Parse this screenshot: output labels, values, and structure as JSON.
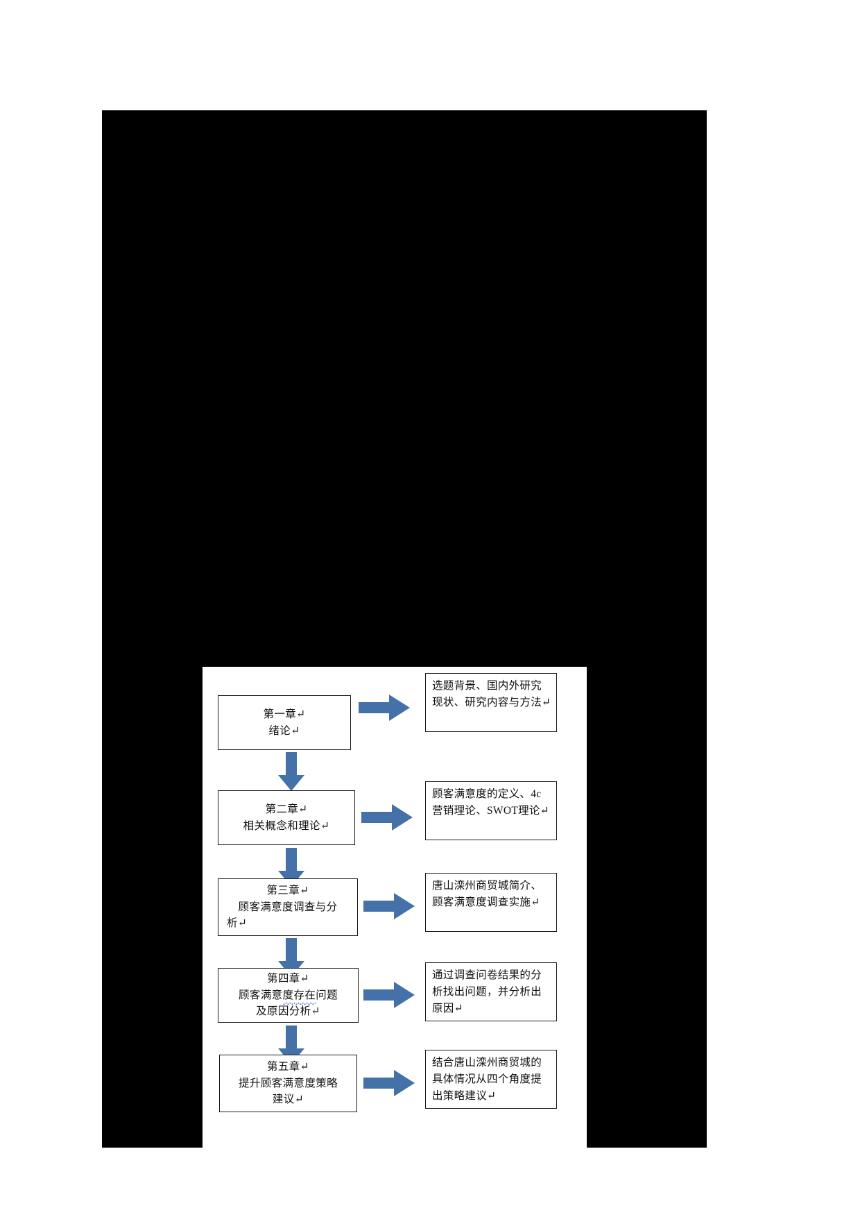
{
  "document": {
    "page_background": "#ffffff",
    "redacted_block_color": "#000000",
    "arrow_color": "#4472a8",
    "box_border_color": "#1a1a1a",
    "text_color": "#101010",
    "spellcheck_underline_color": "#3a6fd8"
  },
  "diagram": {
    "type": "flowchart",
    "title": "",
    "rows": [
      {
        "chapter": {
          "lines": [
            "第一章↵",
            "绪论↵"
          ]
        },
        "description": {
          "text": "选题背景、国内外研究现状、研究内容与方法↵"
        }
      },
      {
        "chapter": {
          "lines": [
            "第二章↵",
            "相关概念和理论↵"
          ]
        },
        "description": {
          "text": "顾客满意度的定义、4c 营销理论、SWOT理论↵"
        }
      },
      {
        "chapter": {
          "lines": [
            "第三章↵",
            "顾客满意度调查与分",
            "析↵"
          ]
        },
        "description": {
          "text": "唐山滦州商贸城简介、顾客满意度调查实施↵"
        }
      },
      {
        "chapter": {
          "lines": [
            "第四章↵",
            "顾客满意度存在问题",
            "及原因分析↵"
          ],
          "spellcheck_line_index": 1,
          "spellcheck_fragment": "度存在"
        },
        "description": {
          "text": "通过调查问卷结果的分析找出问题，并分析出原因↵"
        }
      },
      {
        "chapter": {
          "lines": [
            "第五章↵",
            "提升顾客满意度策略",
            "建议↵"
          ]
        },
        "description": {
          "text": "结合唐山滦州商贸城的具体情况从四个角度提出策略建议↵"
        }
      }
    ],
    "connector_icons": {
      "right_arrow": "arrow-right-icon",
      "down_arrow": "arrow-down-icon"
    }
  }
}
